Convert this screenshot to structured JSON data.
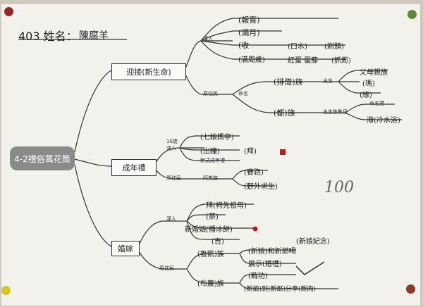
{
  "header": {
    "class_name": "403 姓名：",
    "student_name": "陳腐羊"
  },
  "center": "4-2禮俗萬花筒",
  "birth": {
    "title": "迎接(新生命)",
    "han_label": "漢人",
    "items": [
      "(報喜)",
      "(滿月)",
      "(收",
      "(滿周歲)"
    ],
    "sub_a": "(口水)",
    "sub_b": "(剃頭)",
    "zhuo_zhou": "抓周",
    "zhuo_zhou_val": "(抓周)",
    "hongdan": "紅蛋",
    "hongdan_val": "紅蛋 蛋藤",
    "yuanzhumin": "原住民",
    "naming": "命名",
    "paiwan": "(排灣)族",
    "birth_label": "出生",
    "parents": "父母親族",
    "naming2": "命名",
    "naming3": "(瑪)",
    "ancestor": "(緣)",
    "tao": "(都)族",
    "birthday_label": "出生隻數日",
    "naming_ceremony": "命名禮",
    "water": "潑(冷水浴)"
  },
  "adult": {
    "title": "成年禮",
    "age_note": "16歲",
    "han_label": "漢人",
    "items": [
      "(七娘媽亭)",
      "(出鐘)",
      "新式成年禮",
      "(拜)"
    ],
    "yuanzhumin": "原住民",
    "amis": "阿美族",
    "amis_items": [
      "(賽跑)",
      "(野外求生)"
    ]
  },
  "wedding": {
    "title": "婚嫁",
    "han_label": "漢人",
    "items": [
      "拜(祠先祖母)",
      "(茶)",
      "新婚姻(播冰餅)",
      "(吉)",
      "(新娘紀念)"
    ],
    "yuanzhumin": "原住民",
    "amis_row": "(魯凱)族",
    "amis_items": [
      "(新娘)和新郎喝",
      "展示(婚禮)"
    ],
    "bunun_row": "(布農)族",
    "bunun_items": [
      "(戰功)",
      "(新娘)到(新郎)分享(新肉)"
    ]
  },
  "grade": "100"
}
